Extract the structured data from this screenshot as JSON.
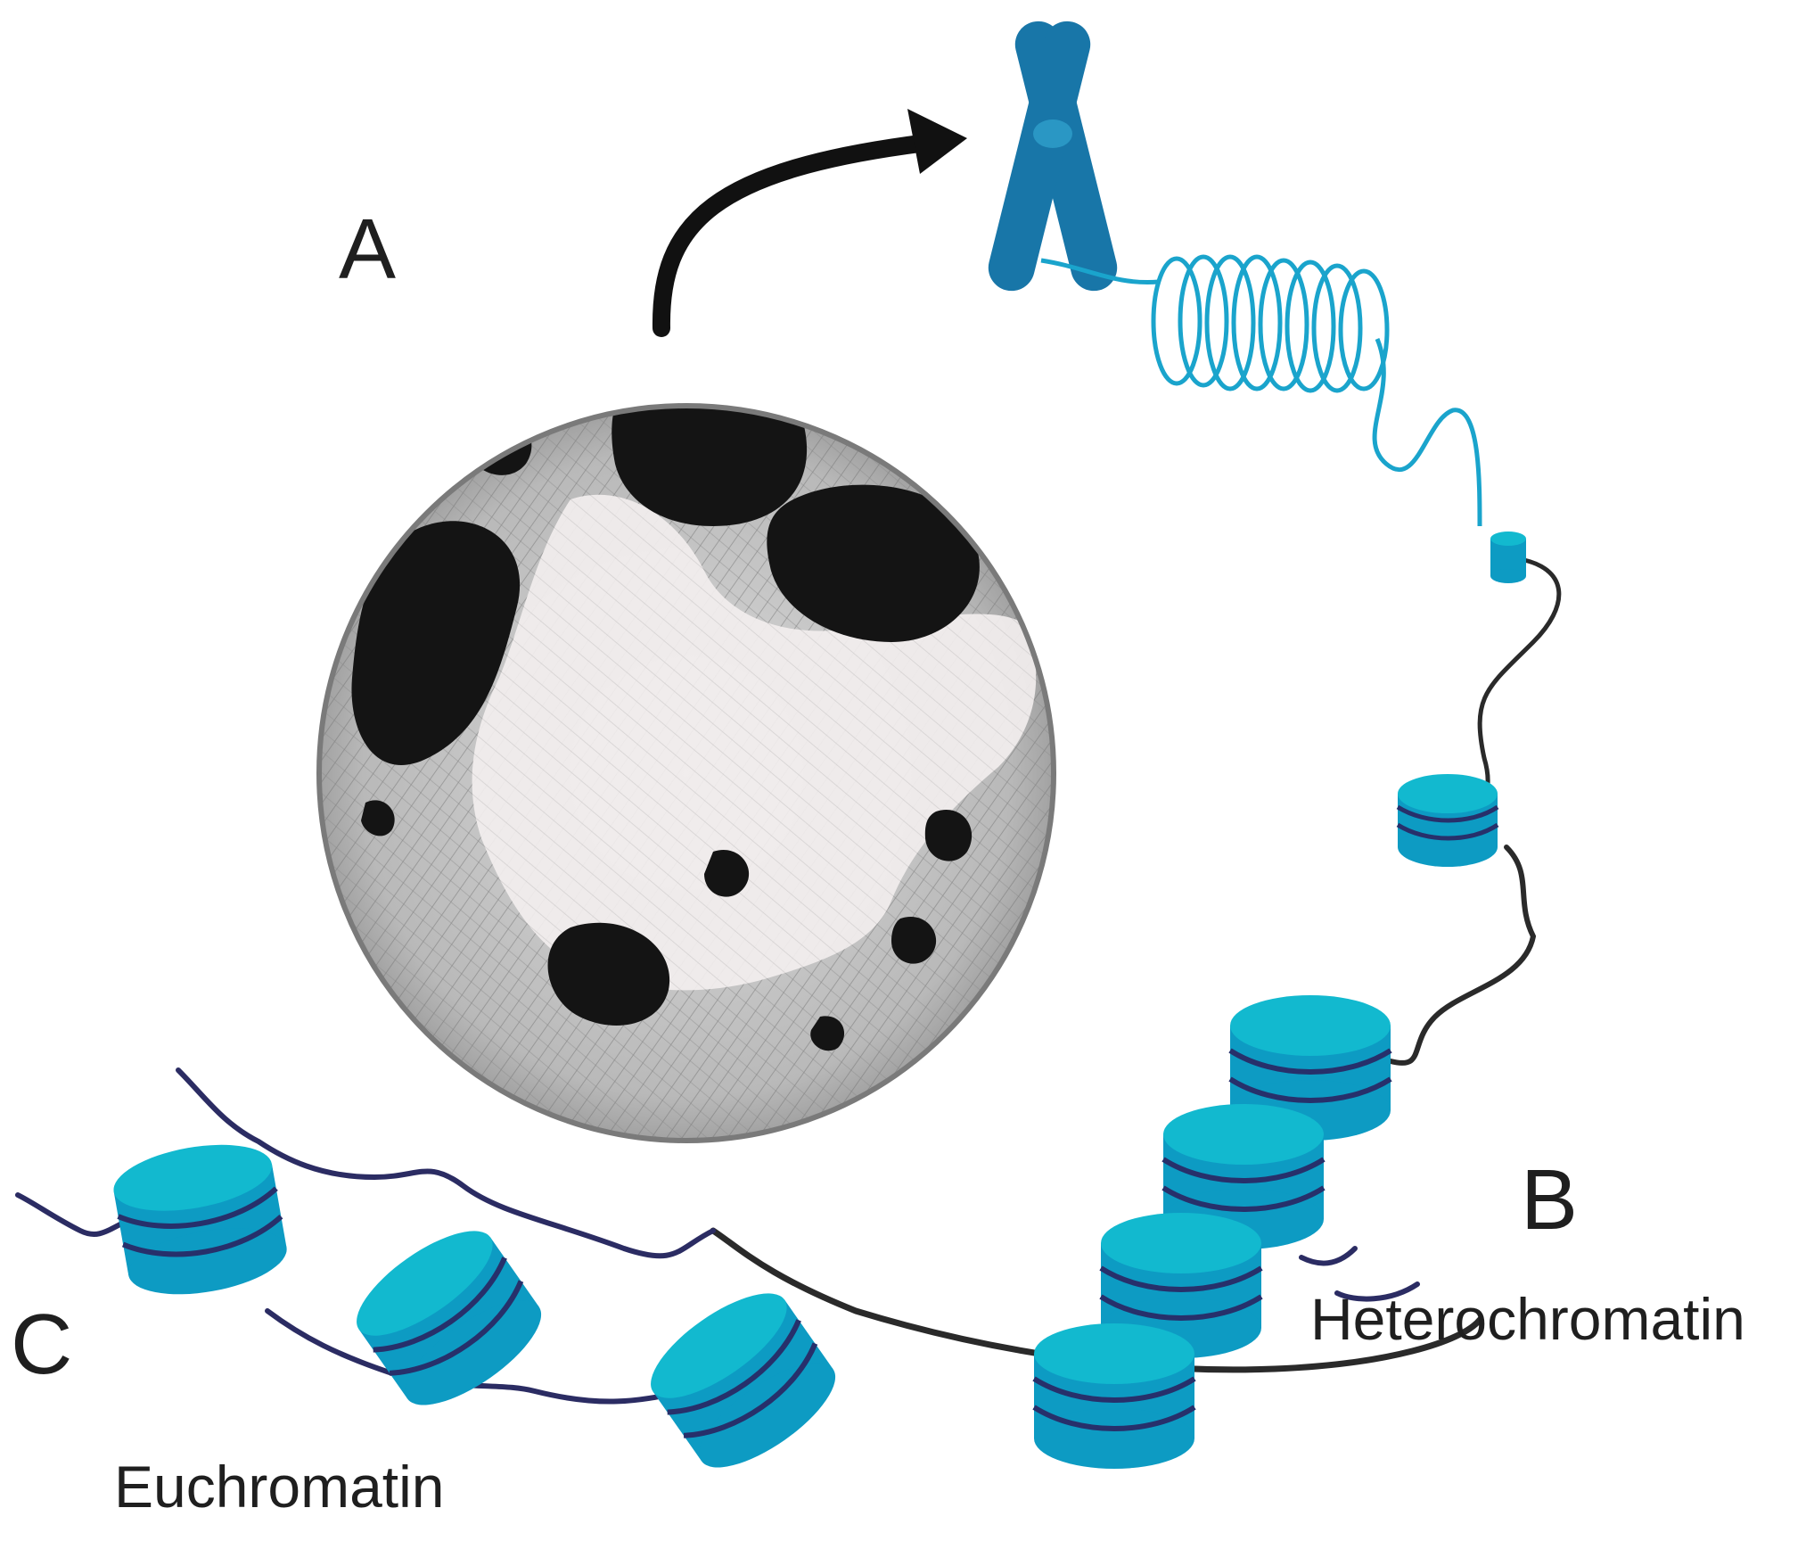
{
  "labels": {
    "a": "A",
    "b": "B",
    "c": "C",
    "heterochromatin": "Heterochromatin",
    "euchromatin": "Euchromatin"
  },
  "colors": {
    "nucleosome_top": "#12b9cf",
    "nucleosome_side": "#0d9bc3",
    "dna_wrap": "#27306b",
    "linker_dark": "#2a2a2a",
    "linker_navy": "#2b2c63",
    "chromosome": "#1876a8",
    "fiber": "#1aa4cc",
    "nucleus_base": "#cfcfcf",
    "heterochromatin_blob": "#141414",
    "arrow": "#111111"
  },
  "icons": {
    "nucleus": "nucleus-icon",
    "chromosome": "chromosome-icon",
    "arrow": "curved-arrow-icon"
  }
}
